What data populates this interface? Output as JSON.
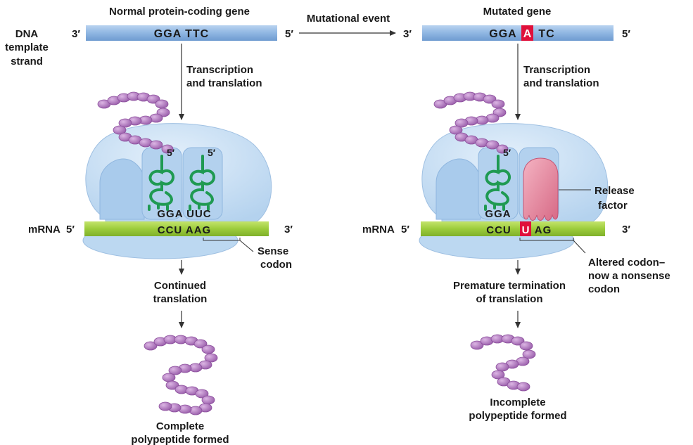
{
  "left": {
    "title": "Normal protein-coding gene",
    "dna": {
      "end3": "3′",
      "seq": "GGA TTC",
      "end5": "5′"
    },
    "process": [
      "Transcription",
      "and translation"
    ],
    "trna_5a": "5′",
    "trna_5b": "5′",
    "anticodon": "GGA UUC",
    "mrna": {
      "label": "mRNA",
      "end5": "5′",
      "seq": "CCU AAG",
      "end3": "3′"
    },
    "codon_note": [
      "Sense",
      "codon"
    ],
    "outcome": [
      "Continued",
      "translation"
    ],
    "result": [
      "Complete",
      "polypeptide formed"
    ]
  },
  "right": {
    "title": "Mutated gene",
    "dna": {
      "end3": "3′",
      "seq_a": "GGA ",
      "mut": "A",
      "seq_b": "TC",
      "end5": "5′"
    },
    "process": [
      "Transcription",
      "and translation"
    ],
    "trna_5": "5′",
    "anticodon": "GGA",
    "release_factor": [
      "Release",
      "factor"
    ],
    "mrna": {
      "label": "mRNA",
      "end5": "5′",
      "seq_a": "CCU ",
      "mut": "U",
      "seq_b": "AG",
      "end3": "3′"
    },
    "codon_note": [
      "Altered codon–",
      "now a nonsense",
      "codon"
    ],
    "outcome": [
      "Premature termination",
      "of translation"
    ],
    "result": [
      "Incomplete",
      "polypeptide formed"
    ]
  },
  "dna_label": [
    "DNA",
    "template",
    "strand"
  ],
  "mutation_label": "Mutational event",
  "colors": {
    "dna": "#8fb6e2",
    "mrna": "#9ccc3c",
    "ribosome": "#c5def3",
    "trna": "#1f9a52",
    "aa": "#b77fc4",
    "mutation": "#e0103a",
    "release": "#e58aa0"
  }
}
